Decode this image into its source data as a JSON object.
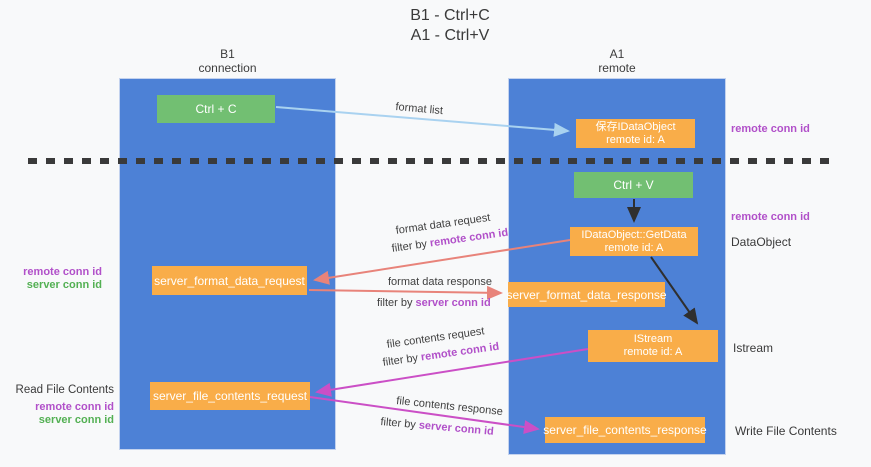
{
  "title": {
    "line1": "B1 - Ctrl+C",
    "line2": "A1 - Ctrl+V"
  },
  "columns": {
    "b1": {
      "name": "B1",
      "role": "connection"
    },
    "a1": {
      "name": "A1",
      "role": "remote"
    }
  },
  "boxes": {
    "ctrl_c": "Ctrl + C",
    "ctrl_v": "Ctrl + V",
    "save_idataobject": {
      "line1": "保存IDataObject",
      "line2": "remote id: A"
    },
    "getdata": {
      "line1": "IDataObject::GetData",
      "line2": "remote id: A"
    },
    "istream": {
      "line1": "IStream",
      "line2": "remote id: A"
    },
    "server_format_data_request": "server_format_data_request",
    "server_format_data_response": "server_format_data_response",
    "server_file_contents_request": "server_file_contents_request",
    "server_file_contents_response": "server_file_contents_response"
  },
  "arrow_labels": {
    "format_list": "format list",
    "format_data_request": "format data request",
    "format_data_response": "format data response",
    "file_contents_request": "file contents request",
    "file_contents_response": "file contents response",
    "filter_by": "filter by ",
    "remote_conn_id": "remote conn id",
    "server_conn_id": "server conn id"
  },
  "side_labels": {
    "remote_conn_id": "remote conn id",
    "server_conn_id": "server conn id",
    "dataobject": "DataObject",
    "istream": "Istream",
    "read_file_contents": "Read File Contents",
    "write_file_contents": "Write File Contents"
  },
  "colors": {
    "lane_blue": "#4d81d6",
    "box_orange": "#f9ad49",
    "box_green": "#72bf72",
    "arrow_lightblue": "#a9d2f0",
    "arrow_black": "#2f2f2f",
    "arrow_salmon": "#e8837a",
    "arrow_magenta": "#cb4fc6",
    "label_purple": "#b150c9",
    "label_green": "#53b053",
    "background": "#f8f9fa"
  }
}
